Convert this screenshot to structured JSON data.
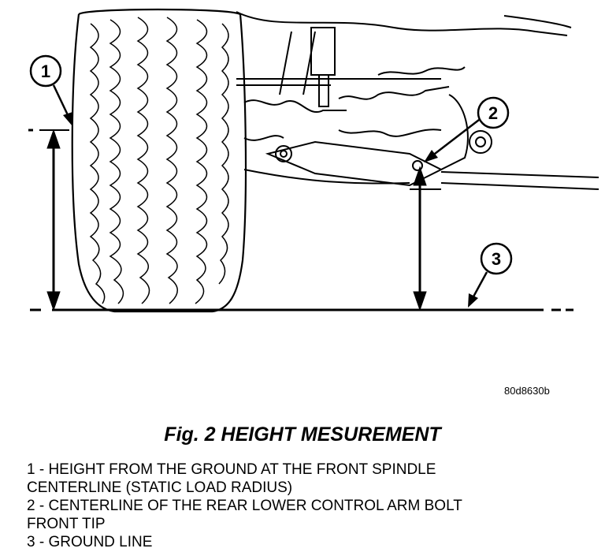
{
  "diagram": {
    "callouts": [
      {
        "number": "1"
      },
      {
        "number": "2"
      },
      {
        "number": "3"
      }
    ]
  },
  "figure_id": "80d8630b",
  "caption": "Fig. 2 HEIGHT MESUREMENT",
  "legend": [
    "1 - HEIGHT FROM THE GROUND AT THE FRONT SPINDLE",
    "CENTERLINE (STATIC LOAD RADIUS)",
    "2 - CENTERLINE OF THE REAR LOWER CONTROL ARM BOLT",
    "FRONT TIP",
    "3 - GROUND LINE"
  ]
}
